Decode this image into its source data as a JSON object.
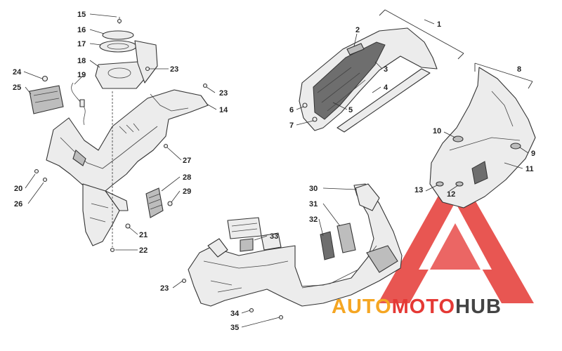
{
  "diagram": {
    "callouts": [
      {
        "id": "c1",
        "label": "1"
      },
      {
        "id": "c2",
        "label": "2"
      },
      {
        "id": "c3",
        "label": "3"
      },
      {
        "id": "c4",
        "label": "4"
      },
      {
        "id": "c5",
        "label": "5"
      },
      {
        "id": "c6",
        "label": "6"
      },
      {
        "id": "c7",
        "label": "7"
      },
      {
        "id": "c8",
        "label": "8"
      },
      {
        "id": "c9",
        "label": "9"
      },
      {
        "id": "c10",
        "label": "10"
      },
      {
        "id": "c11",
        "label": "11"
      },
      {
        "id": "c12",
        "label": "12"
      },
      {
        "id": "c13",
        "label": "13"
      },
      {
        "id": "c14",
        "label": "14"
      },
      {
        "id": "c15",
        "label": "15"
      },
      {
        "id": "c16",
        "label": "16"
      },
      {
        "id": "c17",
        "label": "17"
      },
      {
        "id": "c18",
        "label": "18"
      },
      {
        "id": "c19",
        "label": "19"
      },
      {
        "id": "c20",
        "label": "20"
      },
      {
        "id": "c21",
        "label": "21"
      },
      {
        "id": "c22",
        "label": "22"
      },
      {
        "id": "c23a",
        "label": "23"
      },
      {
        "id": "c23b",
        "label": "23"
      },
      {
        "id": "c23c",
        "label": "23"
      },
      {
        "id": "c24",
        "label": "24"
      },
      {
        "id": "c25",
        "label": "25"
      },
      {
        "id": "c26",
        "label": "26"
      },
      {
        "id": "c27",
        "label": "27"
      },
      {
        "id": "c28",
        "label": "28"
      },
      {
        "id": "c29",
        "label": "29"
      },
      {
        "id": "c30",
        "label": "30"
      },
      {
        "id": "c31",
        "label": "31"
      },
      {
        "id": "c32",
        "label": "32"
      },
      {
        "id": "c33",
        "label": "33"
      },
      {
        "id": "c34",
        "label": "34"
      },
      {
        "id": "c35",
        "label": "35"
      }
    ]
  },
  "watermark": {
    "part1": "AUTO",
    "part2": "MOTO",
    "part3": "HUB",
    "colors": {
      "auto": "#f5a623",
      "moto": "#e53935",
      "hub": "#444444"
    }
  }
}
